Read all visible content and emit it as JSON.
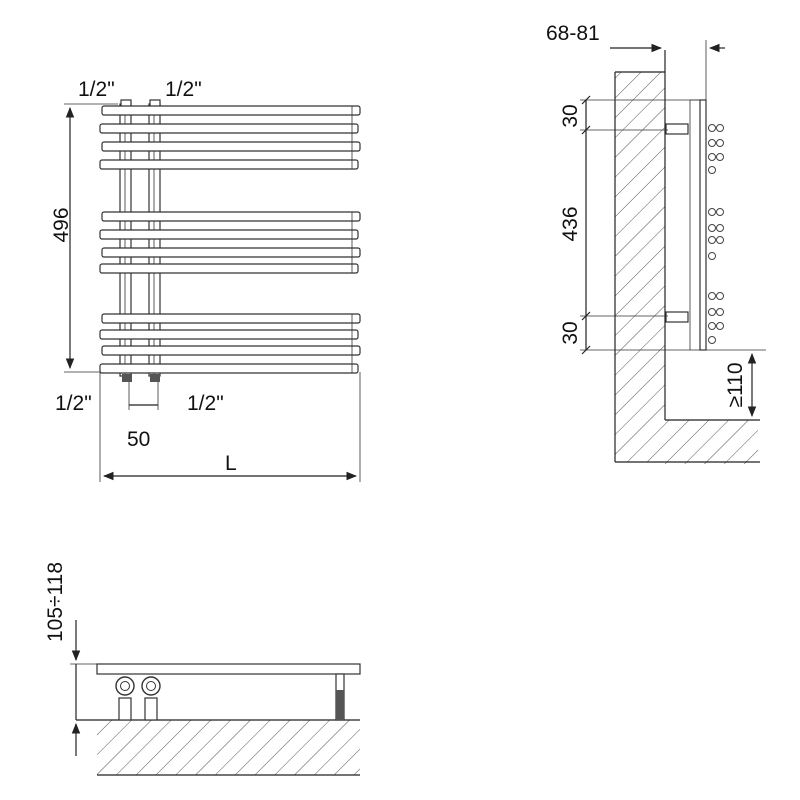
{
  "front_view": {
    "pipe_top_left": "1/2\"",
    "pipe_top_right": "1/2\"",
    "pipe_bottom_left": "1/2\"",
    "pipe_bottom_right": "1/2\"",
    "height": "496",
    "pipe_spacing": "50",
    "length": "L"
  },
  "side_view": {
    "wall_distance": "68-81",
    "top_offset": "30",
    "bracket_spacing": "436",
    "bottom_offset": "30",
    "floor_clearance": "≥110"
  },
  "bottom_view": {
    "depth_range": "105÷118"
  }
}
